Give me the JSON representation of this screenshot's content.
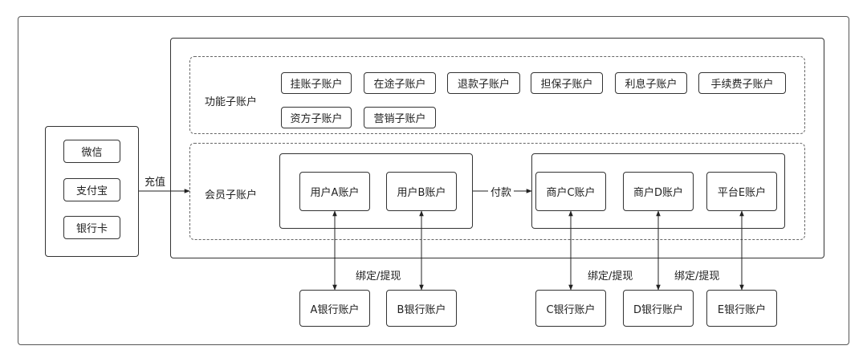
{
  "sources": [
    "微信",
    "支付宝",
    "银行卡"
  ],
  "recharge_label": "充值",
  "function_group": {
    "label": "功能子账户",
    "items": [
      "挂账子账户",
      "在途子账户",
      "退款子账户",
      "担保子账户",
      "利息子账户",
      "手续费子账户",
      "资方子账户",
      "营销子账户"
    ]
  },
  "member_group": {
    "label": "会员子账户",
    "users": [
      "用户A账户",
      "用户B账户"
    ],
    "merchants": [
      "商户C账户",
      "商户D账户",
      "平台E账户"
    ]
  },
  "payment_label": "付款",
  "bind_labels": [
    "绑定/提现",
    "绑定/提现",
    "绑定/提现"
  ],
  "bank_accounts": [
    "A银行账户",
    "B银行账户",
    "C银行账户",
    "D银行账户",
    "E银行账户"
  ]
}
